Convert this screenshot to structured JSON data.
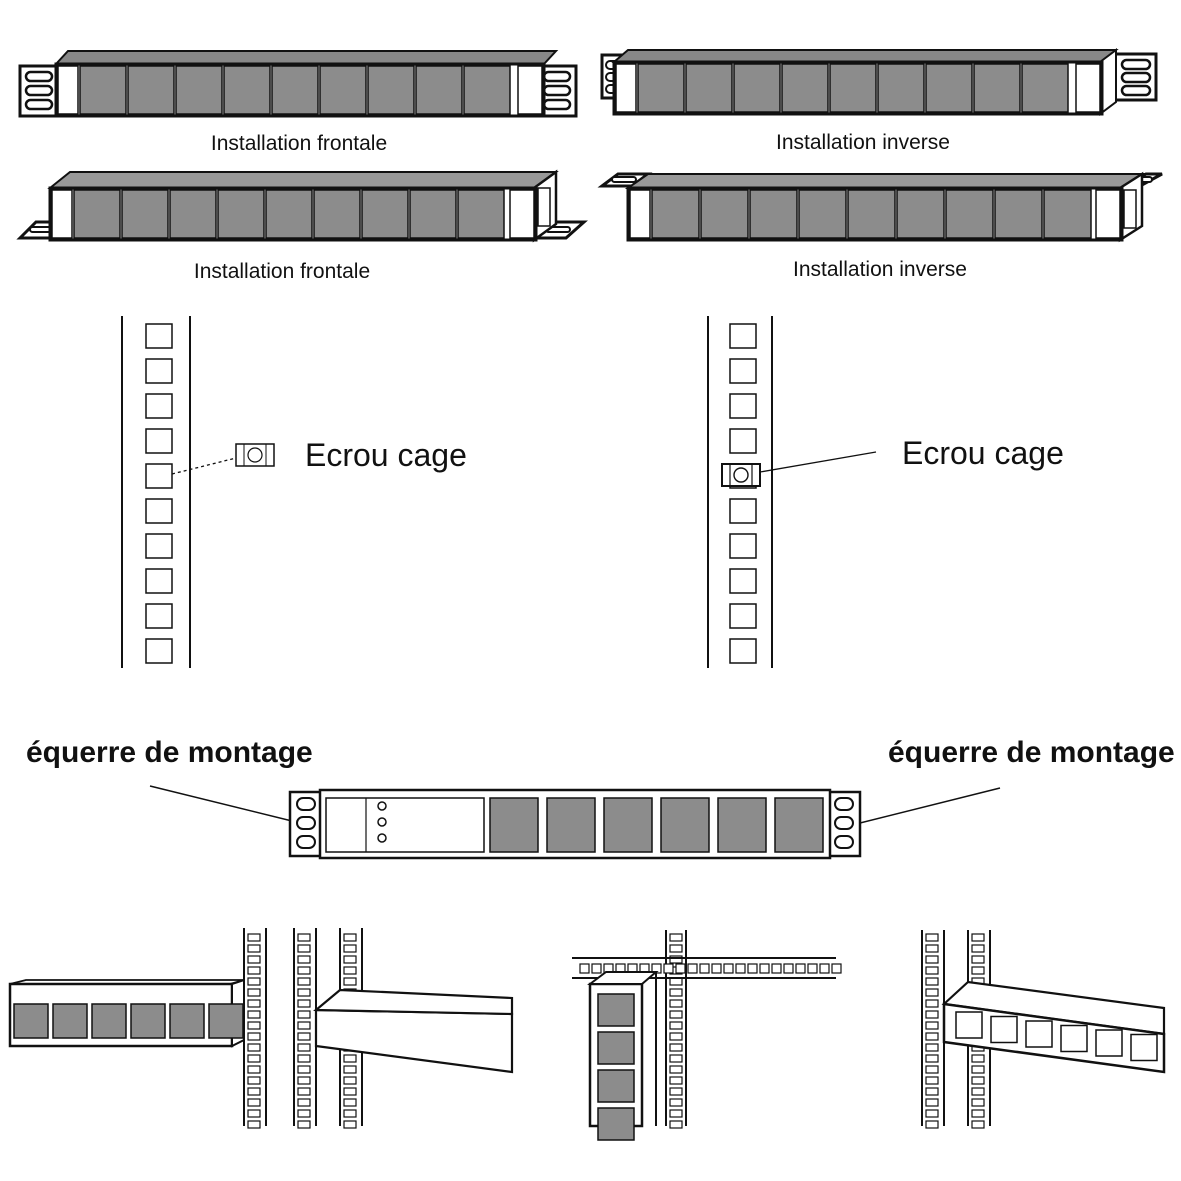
{
  "labels": {
    "front_top": "Installation frontale",
    "reverse_top": "Installation inverse",
    "front_bottom": "Installation frontale",
    "reverse_bottom": "Installation inverse",
    "cage_nut_left": "Ecrou cage",
    "cage_nut_right": "Ecrou cage",
    "bracket_left": "équerre de montage",
    "bracket_right": "équerre de montage"
  },
  "colors": {
    "line": "#111111",
    "socket": "#8c8c8c",
    "socket_light": "#a8a8a8",
    "panel": "#ffffff"
  }
}
